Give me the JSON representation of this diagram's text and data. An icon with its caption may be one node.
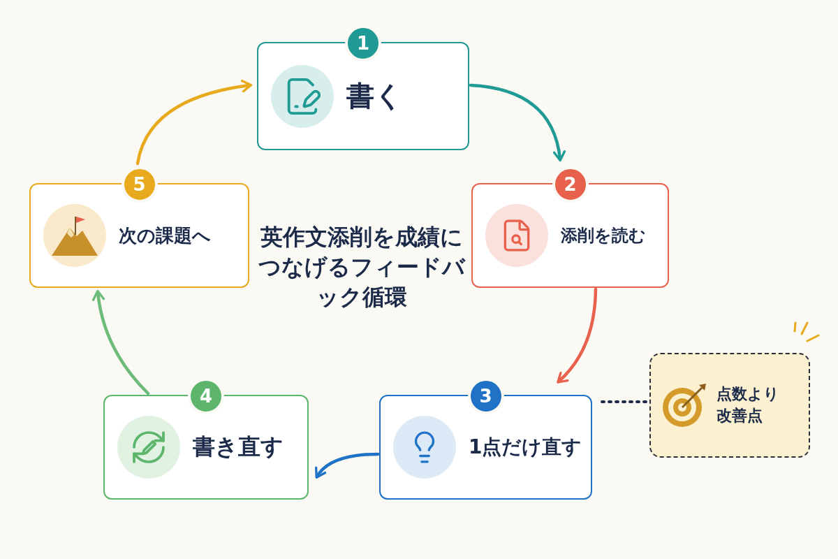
{
  "diagram": {
    "title": "英作文添削を成績につなげるフィードバック循環",
    "nodes": [
      {
        "text": [
          "1",
          "書く"
        ]
      },
      {
        "text": [
          "2",
          "添削を読む"
        ]
      },
      {
        "text": [
          "3",
          "1点だけ直す"
        ]
      },
      {
        "text": [
          "4",
          "書き直す"
        ]
      },
      {
        "text": [
          "5",
          "次の課題へ"
        ]
      },
      {
        "text": [
          "点数より改善点"
        ]
      }
    ],
    "edges": [
      {
        "from": 0,
        "to": 1,
        "arrow": "to",
        "color": "#1f9a94"
      },
      {
        "from": 1,
        "to": 2,
        "arrow": "to",
        "color": "#e8614d"
      },
      {
        "from": 2,
        "to": 3,
        "arrow": "to",
        "color": "#1f72c6"
      },
      {
        "from": 3,
        "to": 4,
        "arrow": "to",
        "color": "#6cbb78"
      },
      {
        "from": 4,
        "to": 0,
        "arrow": "to",
        "color": "#e6aa1c"
      },
      {
        "from": 2,
        "to": 5,
        "arrow": "none",
        "style": "dashed",
        "color": "#1c2a4a"
      }
    ]
  }
}
